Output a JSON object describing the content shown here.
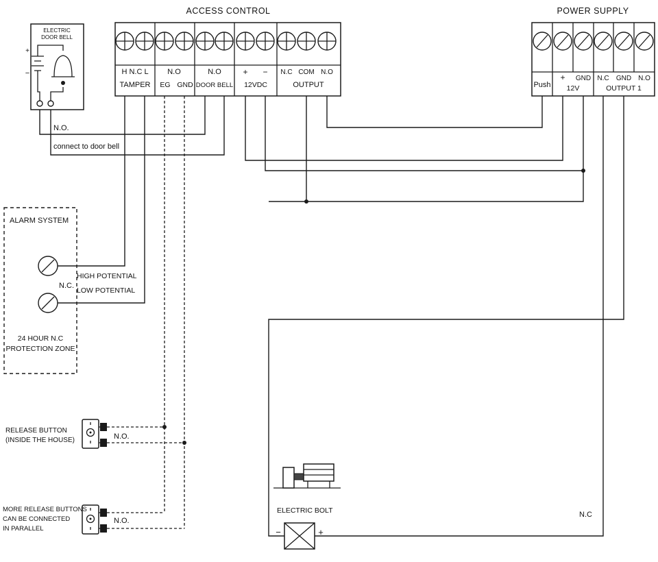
{
  "colors": {
    "line": "#1a1a1a",
    "background": "#ffffff"
  },
  "ac": {
    "title": "ACCESS CONTROL",
    "tamper_top": "H N.C L",
    "tamper": "TAMPER",
    "eg_top": "N.O",
    "eg1": "EG",
    "eg2": "GND",
    "db_top": "N.O",
    "db": "DOOR BELL",
    "plus": "+",
    "minus": "−",
    "vdc": "12VDC",
    "out_nc": "N.C",
    "out_com": "COM",
    "out_no": "N.O",
    "out": "OUTPUT"
  },
  "ps": {
    "title": "POWER SUPPLY",
    "push": "Push",
    "plus": "+",
    "gnd": "GND",
    "v12": "12V",
    "o_nc": "N.C",
    "o_gnd": "GND",
    "o_no": "N.O",
    "out1": "OUTPUT 1"
  },
  "bell": {
    "t1": "ELECTRIC",
    "t2": "DOOR BELL",
    "bplus": "+",
    "bminus": "−",
    "no": "N.O.",
    "note": "connect to door bell"
  },
  "alarm": {
    "title": "ALARM SYSTEM",
    "nc": "N.C.",
    "high": "HIGH POTENTIAL",
    "low": "LOW POTENTIAL",
    "z1": "24 HOUR N.C",
    "z2": "PROTECTION ZONE"
  },
  "r1": {
    "l1": "RELEASE BUTTON",
    "l2": "(INSIDE THE HOUSE)",
    "no": "N.O."
  },
  "r2": {
    "l1": "MORE RELEASE BUTTONS",
    "l2": "CAN BE CONNECTED",
    "l3": "IN PARALLEL",
    "no": "N.O."
  },
  "bolt": {
    "label": "ELECTRIC BOLT",
    "minus": "−",
    "plus": "+",
    "nc": "N.C"
  }
}
